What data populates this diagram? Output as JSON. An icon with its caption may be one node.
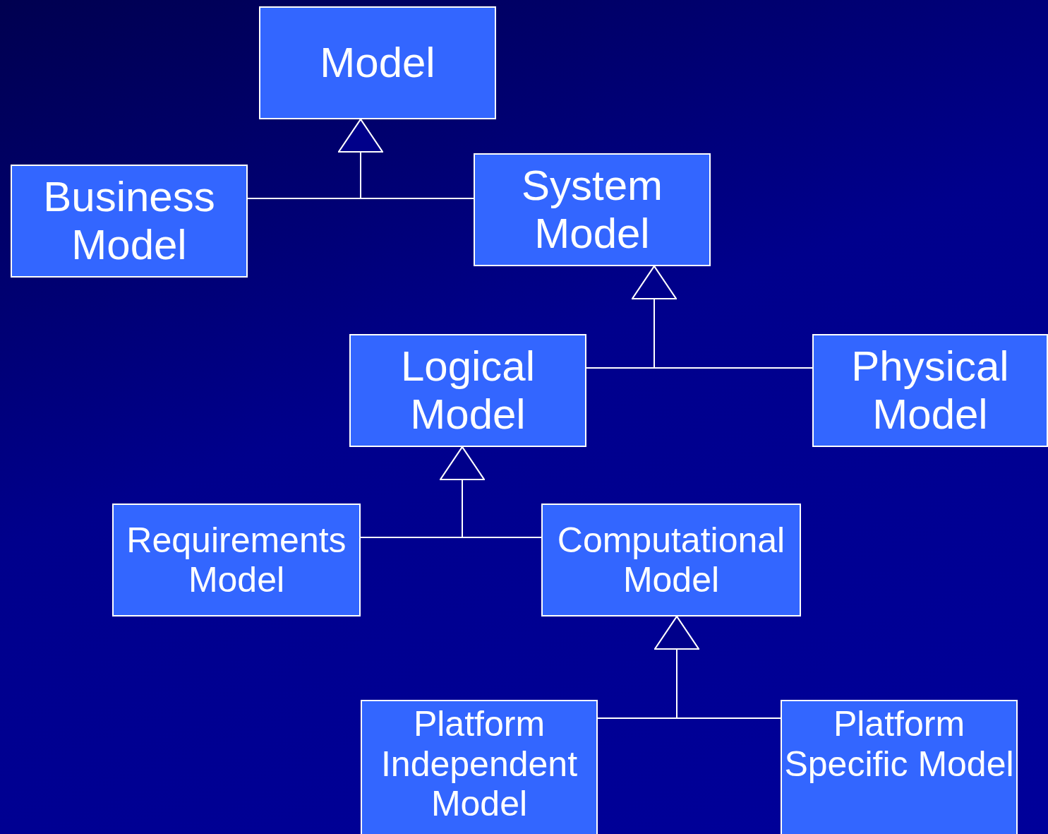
{
  "diagram": {
    "nodes": [
      {
        "text": [
          "Model"
        ]
      },
      {
        "text": [
          "Business Model"
        ]
      },
      {
        "text": [
          "System Model"
        ]
      },
      {
        "text": [
          "Logical Model"
        ]
      },
      {
        "text": [
          "Physical Model"
        ]
      },
      {
        "text": [
          "Requirements Model"
        ]
      },
      {
        "text": [
          "Computational Model"
        ]
      },
      {
        "text": [
          "Platform Independent Model"
        ]
      },
      {
        "text": [
          "Platform Specific Model"
        ]
      }
    ],
    "edges": [
      {
        "from": 1,
        "to": 0,
        "arrow": "to"
      },
      {
        "from": 2,
        "to": 0,
        "arrow": "to"
      },
      {
        "from": 3,
        "to": 2,
        "arrow": "to"
      },
      {
        "from": 4,
        "to": 2,
        "arrow": "to"
      },
      {
        "from": 5,
        "to": 3,
        "arrow": "to"
      },
      {
        "from": 6,
        "to": 3,
        "arrow": "to"
      },
      {
        "from": 7,
        "to": 6,
        "arrow": "to"
      },
      {
        "from": 8,
        "to": 6,
        "arrow": "to"
      }
    ]
  }
}
